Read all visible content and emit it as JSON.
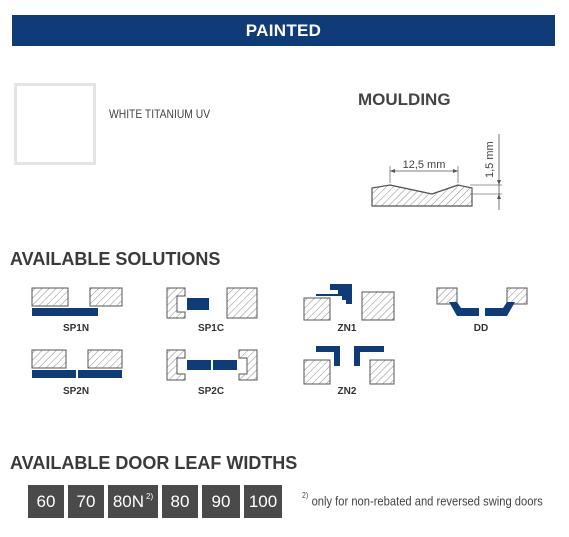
{
  "banner": {
    "title": "PAINTED"
  },
  "finish": {
    "label": "WHITE TITANIUM UV",
    "color": "#ffffff"
  },
  "moulding": {
    "title": "MOULDING",
    "width_label": "12,5 mm",
    "depth_label": "1,5 mm"
  },
  "solutions": {
    "title": "AVAILABLE SOLUTIONS",
    "items": [
      {
        "label": "SP1N"
      },
      {
        "label": "SP1C"
      },
      {
        "label": "ZN1"
      },
      {
        "label": "DD"
      },
      {
        "label": "SP2N"
      },
      {
        "label": "SP2C"
      },
      {
        "label": "ZN2"
      }
    ]
  },
  "widths": {
    "title": "AVAILABLE DOOR LEAF WIDTHS",
    "options": [
      {
        "value": "60",
        "note": ""
      },
      {
        "value": "70",
        "note": ""
      },
      {
        "value": "80N",
        "note": "2)"
      },
      {
        "value": "80",
        "note": ""
      },
      {
        "value": "90",
        "note": ""
      },
      {
        "value": "100",
        "note": ""
      }
    ],
    "footnote_mark": "2)",
    "footnote": "only for non-rebated and reversed swing doors"
  },
  "colors": {
    "brand_blue": "#0f3b78",
    "width_box": "#4a4a4a"
  }
}
